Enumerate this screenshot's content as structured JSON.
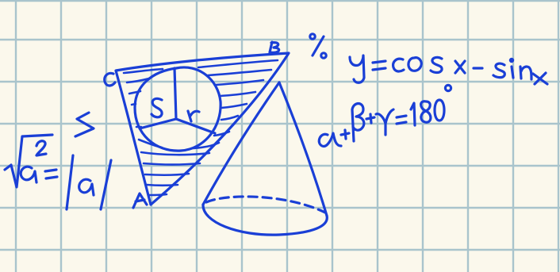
{
  "colors": {
    "paper": "#fbf8ec",
    "grid": "#a9c4cc",
    "ink": "#1a3fd6"
  },
  "labels": {
    "vertex_c": "C",
    "vertex_b": "B",
    "vertex_a": "A",
    "sector_s": "S",
    "sector_r": "r"
  },
  "formulas": {
    "percent": "%",
    "trig": "y = cos x - sin x",
    "angles": "α+β+γ=180°",
    "sum_symbol": "Σ",
    "sqrt_identity": "√a² = |a|"
  }
}
